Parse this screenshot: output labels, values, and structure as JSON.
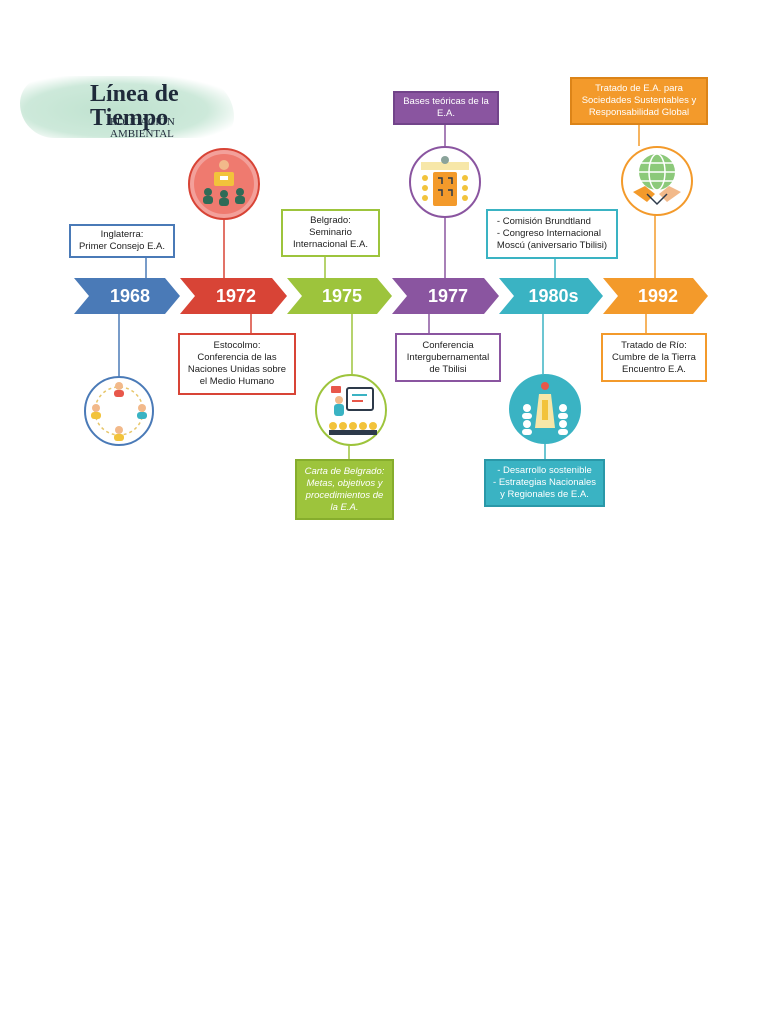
{
  "title": {
    "main": "Línea de Tiempo",
    "subtitle": "EDUCACIÓN AMBIENTAL"
  },
  "colors": {
    "c1968": "#4a7ab7",
    "c1972": "#d84436",
    "c1975": "#9dc43c",
    "c1977": "#8a55a0",
    "c1980": "#3ab3c3",
    "c1992": "#f39a2b"
  },
  "milestones": [
    {
      "year": "1968",
      "top_text": "Inglaterra:\nPrimer Consejo E.A.",
      "icon": "people-network-icon"
    },
    {
      "year": "1972",
      "bottom_text": "Estocolmo:\nConferencia de las\nNaciones Unidas sobre\nel Medio Humano",
      "icon": "conference-speaker-icon"
    },
    {
      "year": "1975",
      "top_text": "Belgrado:\nSeminario\nInternacional E.A.",
      "bottom_text": "Carta de Belgrado:\nMetas, objetivos y\nprocedimientos de\nla E.A.",
      "icon": "presentation-board-icon"
    },
    {
      "year": "1977",
      "top_text": "Bases teóricas de la\nE.A.",
      "bottom_text": "Conferencia\nIntergubernamental\nde Tbilisi",
      "icon": "strategy-board-icon"
    },
    {
      "year": "1980s",
      "top_text": "- Comisión Brundtland\n- Congreso Internacional\nMoscú (aniversario Tbilisi)",
      "bottom_text": "- Desarrollo sostenible\n- Estrategias Nacionales\ny Regionales de E.A.",
      "icon": "leader-team-icon"
    },
    {
      "year": "1992",
      "top_text": "Tratado de E.A. para\nSociedades Sustentables y\nResponsabilidad Global",
      "bottom_text": "Tratado de Río:\nCumbre de la Tierra\nEncuentro E.A.",
      "icon": "globe-handshake-icon"
    }
  ]
}
